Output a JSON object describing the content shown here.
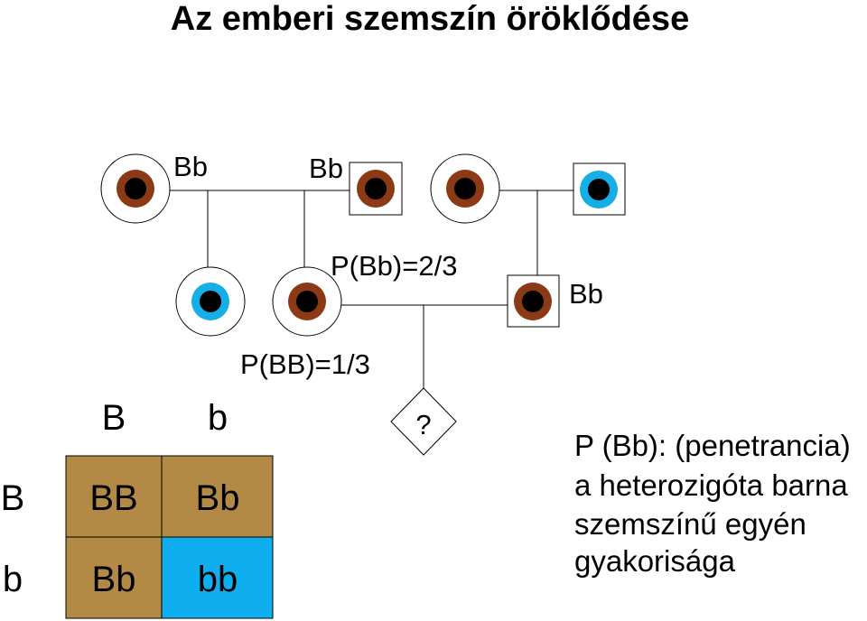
{
  "title": "Az emberi szemszín öröklődése",
  "colors": {
    "brown_eye": "#8b3a15",
    "blue_eye": "#16aee6",
    "pupil": "#000000",
    "punnett_brown": "#b38a45",
    "punnett_blue": "#0eaeef"
  },
  "pedigree": {
    "gen1": [
      {
        "shape": "circle",
        "eye": "brown",
        "genotype": "Bb"
      },
      {
        "shape": "square",
        "eye": "brown",
        "genotype": "Bb"
      },
      {
        "shape": "circle",
        "eye": "brown",
        "genotype": ""
      },
      {
        "shape": "square",
        "eye": "blue",
        "genotype": ""
      }
    ],
    "gen2": [
      {
        "shape": "circle",
        "eye": "blue",
        "genotype": ""
      },
      {
        "shape": "circle",
        "eye": "brown",
        "genotype": ""
      },
      {
        "shape": "square",
        "eye": "brown",
        "genotype": "Bb"
      }
    ],
    "prob_bb_het": "P(Bb)=2/3",
    "prob_bb_hom": "P(BB)=1/3",
    "unknown_child": "?"
  },
  "punnett": {
    "col_headers": [
      "B",
      "b"
    ],
    "row_headers": [
      "B",
      "b"
    ],
    "cells": [
      [
        "BB",
        "Bb"
      ],
      [
        "Bb",
        "bb"
      ]
    ],
    "cell_eye": [
      [
        "brown",
        "brown"
      ],
      [
        "brown",
        "blue"
      ]
    ]
  },
  "note": {
    "lines": [
      "P (Bb): (penetrancia)",
      "a heterozigóta barna",
      "szemszínű egyén",
      "gyakorisága"
    ]
  }
}
